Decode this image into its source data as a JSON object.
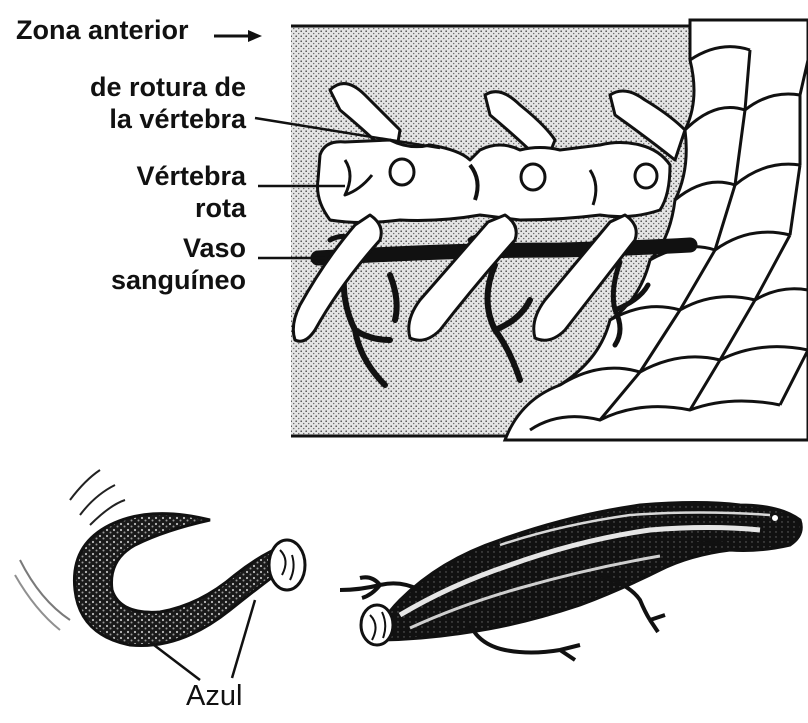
{
  "labels": {
    "front_zone": "Zona anterior",
    "fracture_zone_line1": "de rotura de",
    "fracture_zone_line2": "la vértebra",
    "broken_vertebra_line1": "Vértebra",
    "broken_vertebra_line2": "rota",
    "blood_vessel_line1": "Vaso",
    "blood_vessel_line2": "sanguíneo",
    "tail_color": "Azul"
  },
  "colors": {
    "ink": "#111111",
    "stipple_background": "#d9d9d9",
    "bone": "#ffffff",
    "page": "#ffffff"
  },
  "icons": {
    "arrow": "right-arrow-icon"
  }
}
